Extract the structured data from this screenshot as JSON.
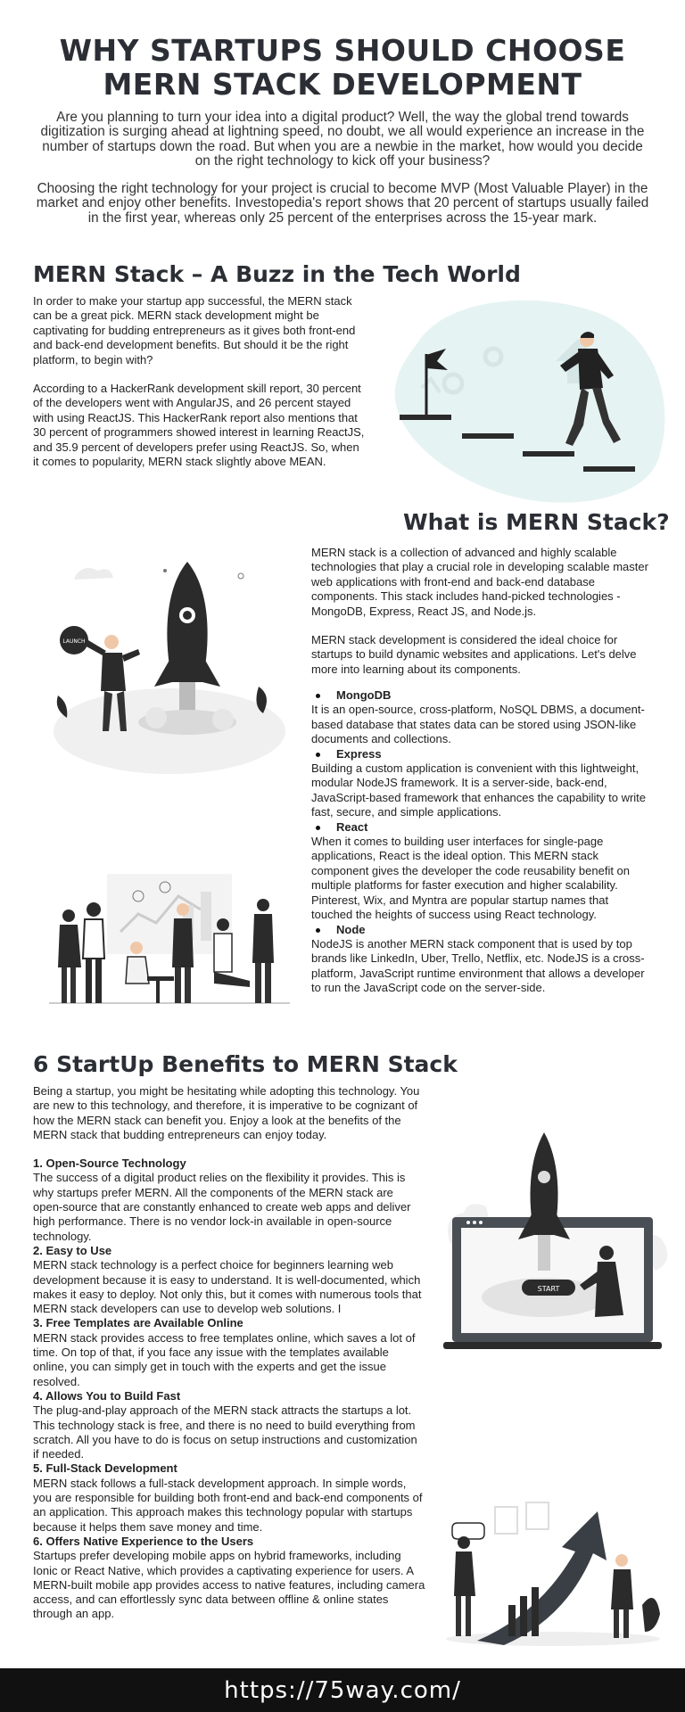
{
  "title": "WHY STARTUPS SHOULD CHOOSE MERN STACK DEVELOPMENT",
  "intro": [
    "Are you planning to turn your idea into a digital product? Well, the way the global trend towards digitization is surging ahead at lightning speed, no doubt, we all would experience an increase in the number of startups down the road. But when you are a newbie in the market, how would you decide on the right technology to kick off your business?",
    "Choosing the right technology for your project is crucial to become MVP (Most Valuable Player) in the market and enjoy other benefits. Investopedia's report shows that 20 percent of startups usually failed in the first year, whereas only 25 percent of the enterprises across the 15-year mark."
  ],
  "buzz": {
    "heading": "MERN Stack – A Buzz in the Tech World",
    "paragraphs": [
      "In order to make your startup app successful, the MERN stack can be a great pick. MERN stack development might be captivating for budding entrepreneurs as it gives both front-end and back-end development benefits. But should it be the right platform, to begin with?",
      "According to a HackerRank development skill report, 30 percent of the developers went with AngularJS, and 26 percent stayed with using ReactJS. This HackerRank report also mentions that 30 percent of programmers showed interest in learning ReactJS, and 35.9 percent of developers prefer using ReactJS. So, when it comes to popularity, MERN stack slightly above MEAN."
    ]
  },
  "what": {
    "heading": "What is MERN Stack?",
    "paragraphs": [
      "MERN stack is a collection of advanced and highly scalable technologies that play a crucial role in developing scalable master web applications with front-end and back-end database components. This stack includes hand-picked technologies - MongoDB, Express, React JS, and Node.js.",
      "MERN stack development is considered the ideal choice for startups to build dynamic websites and applications. Let's delve more into learning about its components."
    ],
    "components": [
      {
        "name": "MongoDB",
        "text": "It is an open-source, cross-platform, NoSQL DBMS, a document-based database that states data can be stored using JSON-like documents and collections."
      },
      {
        "name": "Express",
        "text": "Building a custom application is convenient with this lightweight, modular NodeJS framework. It is a server-side, back-end, JavaScript-based framework that enhances the capability to write fast, secure, and simple applications."
      },
      {
        "name": "React",
        "text": "When it comes to building user interfaces for single-page applications, React is the ideal option. This MERN stack component gives the developer the code reusability benefit on multiple platforms for faster execution and higher scalability. Pinterest, Wix, and Myntra are popular startup names that touched the heights of success using React technology."
      },
      {
        "name": "Node",
        "text": "NodeJS is another MERN stack component that is used by top brands like LinkedIn, Uber, Trello, Netflix, etc. NodeJS is a cross-platform, JavaScript runtime environment that allows a developer to run the JavaScript code on the server-side."
      }
    ]
  },
  "benefits": {
    "heading": "6 StartUp Benefits to MERN Stack",
    "intro": "Being a startup, you might be hesitating while adopting this technology. You are new to this technology, and therefore, it is imperative to be cognizant of how the MERN stack can benefit you. Enjoy a look at the benefits of the MERN stack that budding entrepreneurs can enjoy today.",
    "items": [
      {
        "title": "1. Open-Source Technology",
        "text": "The success of a digital product relies on the flexibility it provides. This is why startups prefer MERN. All the components of the MERN stack are open-source that are constantly enhanced to create web apps and deliver high performance. There is no vendor lock-in available in open-source technology."
      },
      {
        "title": "2. Easy to Use",
        "text": "MERN stack technology is a perfect choice for beginners learning web development because it is easy to understand. It is well-documented, which makes it easy to deploy. Not only this, but it comes with numerous tools that MERN stack developers can use to develop web solutions. I"
      },
      {
        "title": "3. Free Templates are Available Online",
        "text": "MERN stack provides access to free templates online, which saves a lot of time. On top of that, if you face any issue with the templates available online, you can simply get in touch with the experts and get the issue resolved."
      },
      {
        "title": "4. Allows You to Build Fast",
        "text": "The plug-and-play approach of the MERN stack attracts the startups a lot. This technology stack is free, and there is no need to build everything from scratch. All you have to do is focus on setup instructions and customization if needed."
      },
      {
        "title": "5. Full-Stack Development",
        "text": "MERN stack follows a full-stack development approach. In simple words, you are responsible for building both front-end and back-end components of an application. This approach makes this technology popular with startups because it helps them save money and time."
      },
      {
        "title": "6. Offers Native Experience to the Users",
        "text": "Startups prefer developing mobile apps on hybrid frameworks, including Ionic or React Native, which provides a captivating experience for users. A MERN-built mobile app provides access to native features, including camera access, and can effortlessly sync data between offline & online states through an app."
      }
    ]
  },
  "illustrations": {
    "launch_sign": "LAUNCH",
    "start_button": "START"
  },
  "footer": {
    "url": "https://75way.com/"
  }
}
